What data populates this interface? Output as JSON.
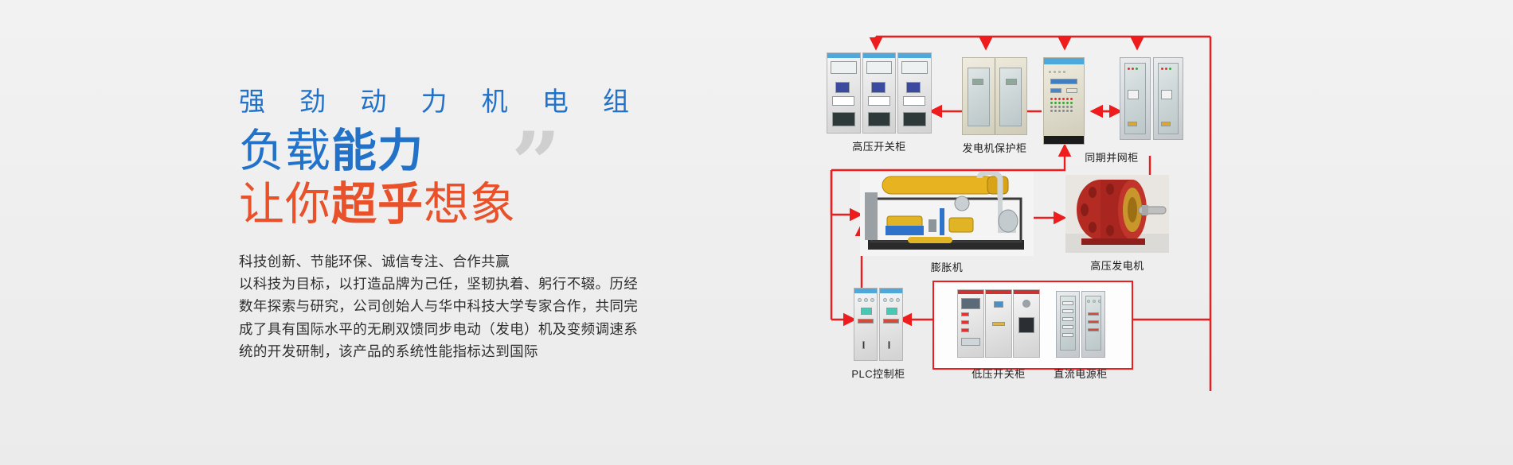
{
  "banner": {
    "background_color": "#efefef"
  },
  "hero": {
    "kicker": "强 劲 动 力 机 电 组",
    "headline_line1_light": "负载",
    "headline_line1_bold": "能力",
    "headline_line2_light_pre": "让你",
    "headline_line2_bold": "超乎",
    "headline_line2_light_post": "想象",
    "quote_glyph": "”",
    "blue": "#2172c8",
    "orange": "#e8512a",
    "quote_color": "#cfcfcf"
  },
  "body": {
    "lines": [
      "科技创新、节能环保、诚信专注、合作共赢",
      "以科技为目标，以打造品牌为己任，坚韧执着、躬行不辍。历经",
      "数年探索与研究，公司创始人与华中科技大学专家合作，共同完",
      "成了具有国际水平的无刷双馈同步电动（发电）机及变频调速系",
      "统的开发研制，该产品的系统性能指标达到国际"
    ]
  },
  "diagram": {
    "arrow_color": "#ee1c1c",
    "nodes": [
      {
        "id": "hv-switchgear",
        "label": "高压开关柜"
      },
      {
        "id": "generator-protection",
        "label": "发电机保护柜"
      },
      {
        "id": "synchronizing-grid",
        "label": "同期并网柜"
      },
      {
        "id": "expander",
        "label": "膨胀机"
      },
      {
        "id": "hv-generator",
        "label": "高压发电机"
      },
      {
        "id": "plc-cabinet",
        "label": "PLC控制柜"
      },
      {
        "id": "lv-switchgear",
        "label": "低压开关柜"
      },
      {
        "id": "dc-power-cabinet",
        "label": "直流电源柜"
      }
    ]
  }
}
